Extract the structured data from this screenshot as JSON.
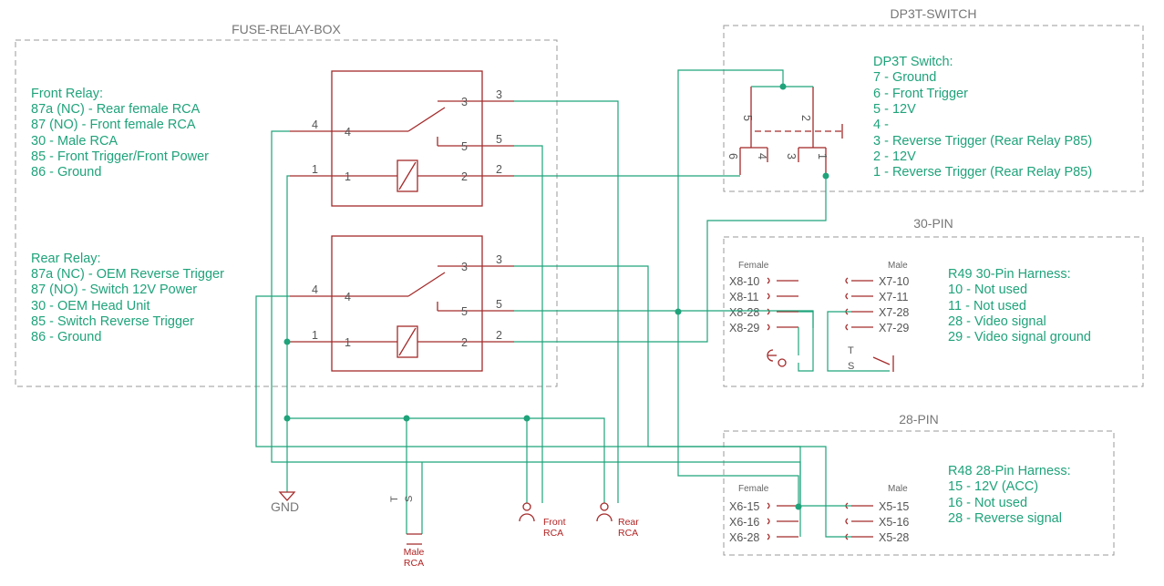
{
  "boxes": {
    "fuse_relay_box": "FUSE-RELAY-BOX",
    "dp3t_switch": "DP3T-SWITCH",
    "pin30": "30-PIN",
    "pin28": "28-PIN"
  },
  "front_relay_note": {
    "title": "Front Relay:",
    "lines": [
      "87a (NC) - Rear female RCA",
      "87 (NO) - Front female RCA",
      "30 - Male RCA",
      "85 - Front Trigger/Front Power",
      "86 - Ground"
    ]
  },
  "rear_relay_note": {
    "title": "Rear Relay:",
    "lines": [
      "87a (NC) - OEM Reverse Trigger",
      "87 (NO) - Switch 12V Power",
      "30 - OEM Head Unit",
      "85 - Switch Reverse Trigger",
      "86 - Ground"
    ]
  },
  "switch_note": {
    "title": "DP3T Switch:",
    "lines": [
      "7 - Ground",
      "6 - Front Trigger",
      "5 - 12V",
      "4 -",
      "3 - Reverse Trigger (Rear Relay P85)",
      "2 - 12V",
      "1 - Reverse Trigger (Rear Relay P85)"
    ]
  },
  "harness30_note": {
    "title": "R49 30-Pin Harness:",
    "lines": [
      "10 - Not used",
      "11 - Not used",
      "28 - Video signal",
      "29 - Video signal ground"
    ]
  },
  "harness28_note": {
    "title": "R48 28-Pin Harness:",
    "lines": [
      "15 - 12V (ACC)",
      "16 - Not used",
      "28 - Reverse signal"
    ]
  },
  "relay_pins": {
    "p1": "1",
    "p2": "2",
    "p3": "3",
    "p4": "4",
    "p5": "5"
  },
  "switch_pins": {
    "p1": "1",
    "p2": "2",
    "p3": "3",
    "p4": "4",
    "p5": "5",
    "p6": "6"
  },
  "connector30": {
    "female_label": "Female",
    "male_label": "Male",
    "female_pins": [
      "X8-10",
      "X8-11",
      "X8-28",
      "X8-29"
    ],
    "male_pins": [
      "X7-10",
      "X7-11",
      "X7-28",
      "X7-29"
    ],
    "t": "T",
    "s": "S"
  },
  "connector28": {
    "female_label": "Female",
    "male_label": "Male",
    "female_pins": [
      "X6-15",
      "X6-16",
      "X6-28"
    ],
    "male_pins": [
      "X5-15",
      "X5-16",
      "X5-28"
    ]
  },
  "bottom": {
    "gnd": "GND",
    "male_rca_t": "T",
    "male_rca_s": "S",
    "male_rca_1": "Male",
    "male_rca_2": "RCA",
    "front_rca_1": "Front",
    "front_rca_2": "RCA",
    "rear_rca_1": "Rear",
    "rear_rca_2": "RCA"
  }
}
